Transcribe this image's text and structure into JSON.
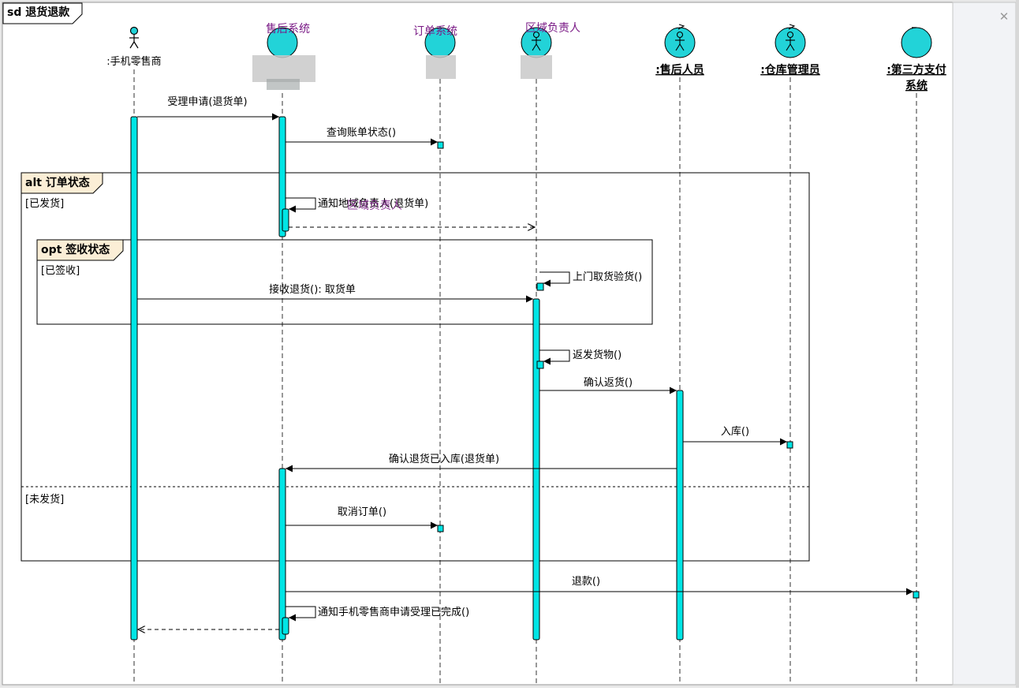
{
  "frame": {
    "title": "sd 退货退款"
  },
  "lifelines": [
    {
      "id": "retailer",
      "kind": "actor",
      "label": ":手机零售商",
      "top_label": ""
    },
    {
      "id": "aftersales_sys",
      "kind": "control",
      "label": "",
      "top_label": "售后系统"
    },
    {
      "id": "order_sys",
      "kind": "control",
      "label": "",
      "top_label": "订单系统"
    },
    {
      "id": "regional",
      "kind": "control_actor",
      "label": "",
      "top_label": "区域负责人"
    },
    {
      "id": "aftersales_staff",
      "kind": "control_actor",
      "label": ":售后人员",
      "top_label": ""
    },
    {
      "id": "warehouse",
      "kind": "control_actor",
      "label": ":仓库管理员",
      "top_label": ""
    },
    {
      "id": "payment",
      "kind": "control",
      "label": ":第三方支付系统",
      "top_label": "",
      "label_lines": [
        ":第三方支付",
        "系统"
      ]
    }
  ],
  "fragments": {
    "alt": {
      "title": "alt 订单状态",
      "guard1": "[已发货]",
      "guard2": "[未发货]"
    },
    "opt": {
      "title": "opt 签收状态",
      "guard": "[已签收]"
    }
  },
  "messages": [
    {
      "from": "retailer",
      "to": "aftersales_sys",
      "label": "受理申请(退货单)",
      "kind": "sync"
    },
    {
      "from": "aftersales_sys",
      "to": "order_sys",
      "label": "查询账单状态()",
      "kind": "sync"
    },
    {
      "from": "aftersales_sys",
      "to": "aftersales_sys",
      "label": "通知地域负责人(退货单)",
      "kind": "self"
    },
    {
      "from": "aftersales_sys",
      "to": "regional",
      "label": "",
      "kind": "return"
    },
    {
      "from": "regional",
      "to": "regional",
      "label": "上门取货验货()",
      "kind": "self"
    },
    {
      "from": "retailer",
      "to": "regional",
      "label": "接收退货(): 取货单",
      "kind": "sync"
    },
    {
      "from": "regional",
      "to": "regional",
      "label": "返发货物()",
      "kind": "self"
    },
    {
      "from": "regional",
      "to": "aftersales_staff",
      "label": "确认返货()",
      "kind": "sync"
    },
    {
      "from": "aftersales_staff",
      "to": "warehouse",
      "label": "入库()",
      "kind": "sync"
    },
    {
      "from": "aftersales_staff",
      "to": "aftersales_sys",
      "label": "确认退货已入库(退货单)",
      "kind": "sync"
    },
    {
      "from": "aftersales_sys",
      "to": "order_sys",
      "label": "取消订单()",
      "kind": "sync"
    },
    {
      "from": "aftersales_sys",
      "to": "payment",
      "label": "退款()",
      "kind": "sync"
    },
    {
      "from": "aftersales_sys",
      "to": "aftersales_sys",
      "label": "通知手机零售商申请受理已完成()",
      "kind": "self"
    },
    {
      "from": "aftersales_sys",
      "to": "retailer",
      "label": "",
      "kind": "return"
    }
  ],
  "colors": {
    "activation": "#00e5e5",
    "lifeline_head": "#22d3d8",
    "fragment_tab": "#fbeed6",
    "overlay_text": "#7a1a86",
    "line": "#000000"
  },
  "ui": {
    "close_icon": "close-icon",
    "close_glyph": "✕"
  }
}
